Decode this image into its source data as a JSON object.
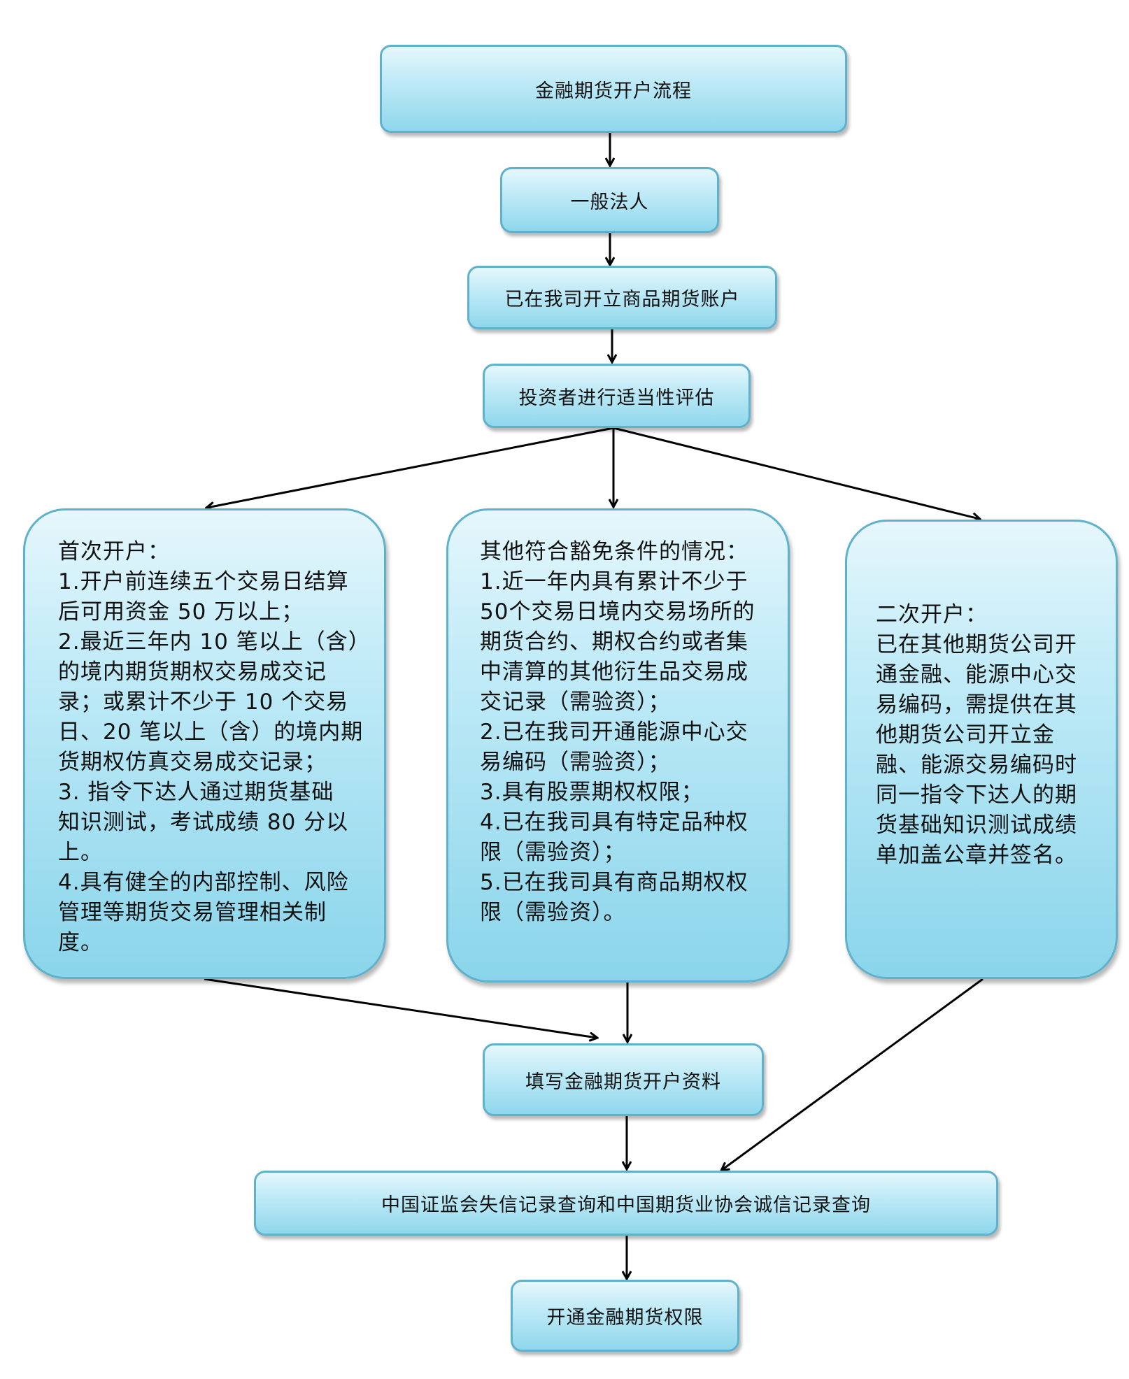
{
  "nodes": {
    "title": "金融期货开户流程",
    "general_legal_person": "一般法人",
    "has_commodity_account": "已在我司开立商品期货账户",
    "suitability_assessment": "投资者进行适当性评估",
    "fill_materials": "填写金融期货开户资料",
    "credit_check": "中国证监会失信记录查询和中国期货业协会诚信记录查询",
    "open_permission": "开通金融期货权限"
  },
  "branches": {
    "first_open": {
      "lines": [
        "首次开户：",
        "1.开户前连续五个交易日结算",
        "后可用资金 50 万以上；",
        "2.最近三年内 10 笔以上（含）",
        "的境内期货期权交易成交记",
        "录；或累计不少于 10 个交易",
        "日、20 笔以上（含）的境内期",
        "货期权仿真交易成交记录；",
        "3. 指令下达人通过期货基础",
        "知识测试，考试成绩 80 分以",
        "上。",
        "4.具有健全的内部控制、风险",
        "管理等期货交易管理相关制",
        "度。"
      ]
    },
    "exemption": {
      "lines": [
        "其他符合豁免条件的情况：",
        "1.近一年内具有累计不少于",
        "50个交易日境内交易场所的",
        "期货合约、期权合约或者集",
        "中清算的其他衍生品交易成",
        "交记录（需验资）；",
        "2.已在我司开通能源中心交",
        "易编码（需验资）；",
        "3.具有股票期权权限；",
        "4.已在我司具有特定品种权",
        "限（需验资）；",
        "5.已在我司具有商品期权权",
        "限（需验资）。"
      ]
    },
    "second_open": {
      "lines": [
        "二次开户：",
        "已在其他期货公司开",
        "通金融、能源中心交",
        "易编码，需提供在其",
        "他期货公司开立金",
        "融、能源交易编码时",
        "同一指令下达人的期",
        "货基础知识测试成绩",
        "单加盖公章并签名。"
      ]
    }
  },
  "colors": {
    "box_border": "#5fb1cc",
    "box_fill_top": "#e6f7fc",
    "box_fill_bottom": "#8fd7ec",
    "arrow": "#000000"
  }
}
